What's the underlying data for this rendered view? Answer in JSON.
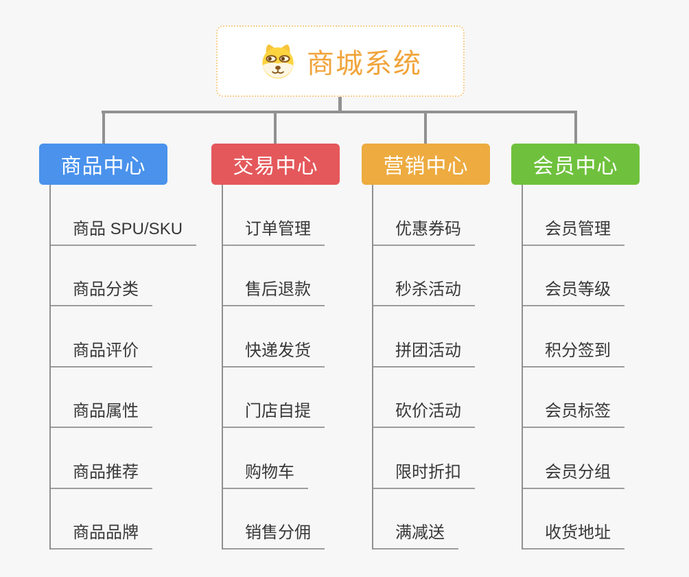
{
  "root": {
    "title": "商城系统",
    "icon": "dog-face-icon"
  },
  "branches": [
    {
      "id": "product-center",
      "label": "商品中心",
      "color": "#4a92ec",
      "children": [
        "商品 SPU/SKU",
        "商品分类",
        "商品评价",
        "商品属性",
        "商品推荐",
        "商品品牌"
      ]
    },
    {
      "id": "trade-center",
      "label": "交易中心",
      "color": "#e4585b",
      "children": [
        "订单管理",
        "售后退款",
        "快递发货",
        "门店自提",
        "购物车",
        "销售分佣"
      ]
    },
    {
      "id": "marketing-center",
      "label": "营销中心",
      "color": "#edab40",
      "children": [
        "优惠券码",
        "秒杀活动",
        "拼团活动",
        "砍价活动",
        "限时折扣",
        "满减送"
      ]
    },
    {
      "id": "member-center",
      "label": "会员中心",
      "color": "#6fc13d",
      "children": [
        "会员管理",
        "会员等级",
        "积分签到",
        "会员标签",
        "会员分组",
        "收货地址"
      ]
    }
  ],
  "colors": {
    "background": "#f7f7f7",
    "root_text": "#f1a43b",
    "root_border": "#f7ce8e",
    "connector": "#919191",
    "sub_line": "#9c9c9c",
    "item_text": "#383838"
  }
}
